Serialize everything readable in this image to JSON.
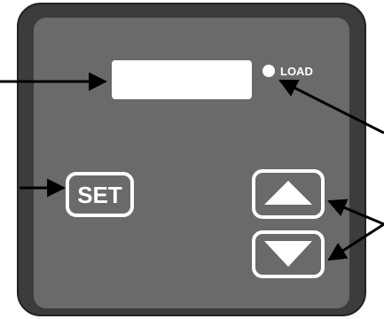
{
  "panel": {
    "outer_color": "#3c3c3c",
    "face_color": "#6a6a6a",
    "display_color": "#ffffff",
    "indicator_color": "#ffffff",
    "button_border_color": "#ffffff",
    "arrow_color": "#000000"
  },
  "indicator": {
    "label": "LOAD"
  },
  "buttons": {
    "set_label": "SET",
    "up_icon": "triangle-up",
    "down_icon": "triangle-down"
  }
}
